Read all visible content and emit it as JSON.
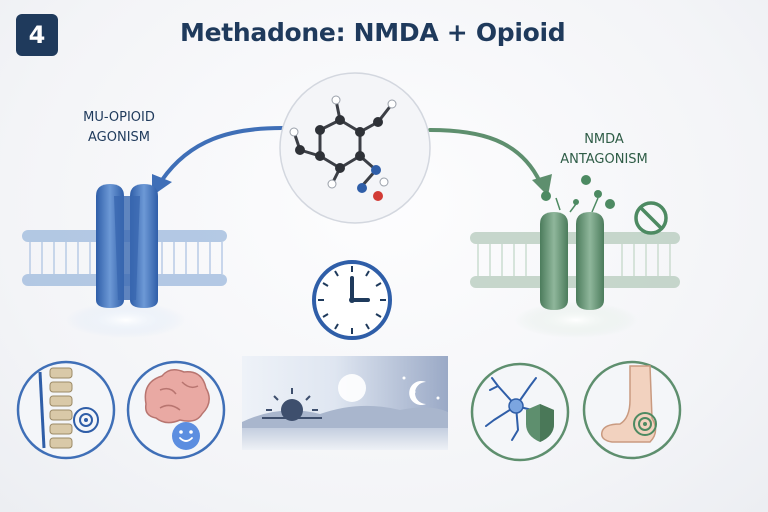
{
  "badge": {
    "number": "4"
  },
  "title": "Methadone: NMDA + Opioid",
  "left_label": "MU-OPIOID\nAGONISM",
  "right_label": "NMDA\nANTAGONISM",
  "colors": {
    "navy": "#1f3a5c",
    "opioid_blue": "#3f6fb7",
    "nmda_green": "#5e8f6e",
    "membrane_blue": "#9cb8dc",
    "membrane_green": "#b9cdbf",
    "alert_red": "#d9534f"
  },
  "icons": [
    "methadone-molecule-icon",
    "mu-opioid-receptor-icon",
    "nmda-receptor-icon",
    "clock-icon",
    "day-night-landscape-icon",
    "spine-pain-icon",
    "happy-brain-icon",
    "neuron-shield-icon",
    "foot-pain-icon",
    "block-symbol-icon"
  ]
}
